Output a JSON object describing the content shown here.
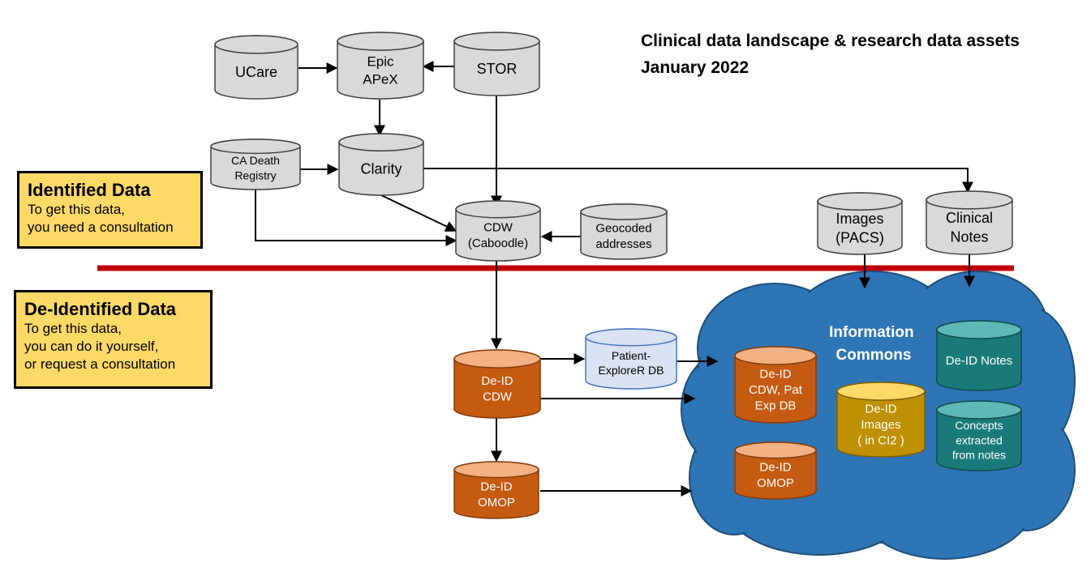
{
  "title": {
    "line1": "Clinical data landscape & research data assets",
    "line2": "January 2022"
  },
  "identified": {
    "heading": "Identified Data",
    "line1": "To get this data,",
    "line2": "you need a consultation"
  },
  "deidentified": {
    "heading": "De-Identified Data",
    "line1": "To get this data,",
    "line2": "you can do it yourself,",
    "line3": "or request a consultation"
  },
  "cloud_label": [
    "Information",
    "Commons"
  ],
  "nodes": {
    "ucare": [
      "UCare"
    ],
    "epic": [
      "Epic",
      "APeX"
    ],
    "stor": [
      "STOR"
    ],
    "death": [
      "CA Death",
      "Registry"
    ],
    "clarity": [
      "Clarity"
    ],
    "cdw": [
      "CDW",
      "(Caboodle)"
    ],
    "geo": [
      "Geocoded",
      "addresses"
    ],
    "images": [
      "Images",
      "(PACS)"
    ],
    "notes": [
      "Clinical",
      "Notes"
    ],
    "patex": [
      "Patient-",
      "ExploreR DB"
    ],
    "deid_cdw": [
      "De-ID",
      "CDW"
    ],
    "deid_omop": [
      "De-ID",
      "OMOP"
    ],
    "ic_cdw": [
      "De-ID",
      "CDW, Pat",
      "Exp DB"
    ],
    "ic_omop": [
      "De-ID",
      "OMOP"
    ],
    "ic_images": [
      "De-ID",
      "Images",
      "( in CI2 )"
    ],
    "ic_notes": [
      "De-ID Notes"
    ],
    "ic_concepts": [
      "Concepts",
      "extracted",
      "from notes"
    ]
  },
  "colors": {
    "gray_db": "#d9d9d9",
    "orange_db": "#c55a11",
    "orange_top": "#f4b183",
    "gold_db": "#bf9000",
    "gold_top": "#ffd966",
    "teal_db": "#1a7a7a",
    "teal_top": "#5fb8b8",
    "light_db": "#dae3f3",
    "cloud": "#2e75b6",
    "divider": "#c00000",
    "legend_bg": "#ffd966"
  }
}
